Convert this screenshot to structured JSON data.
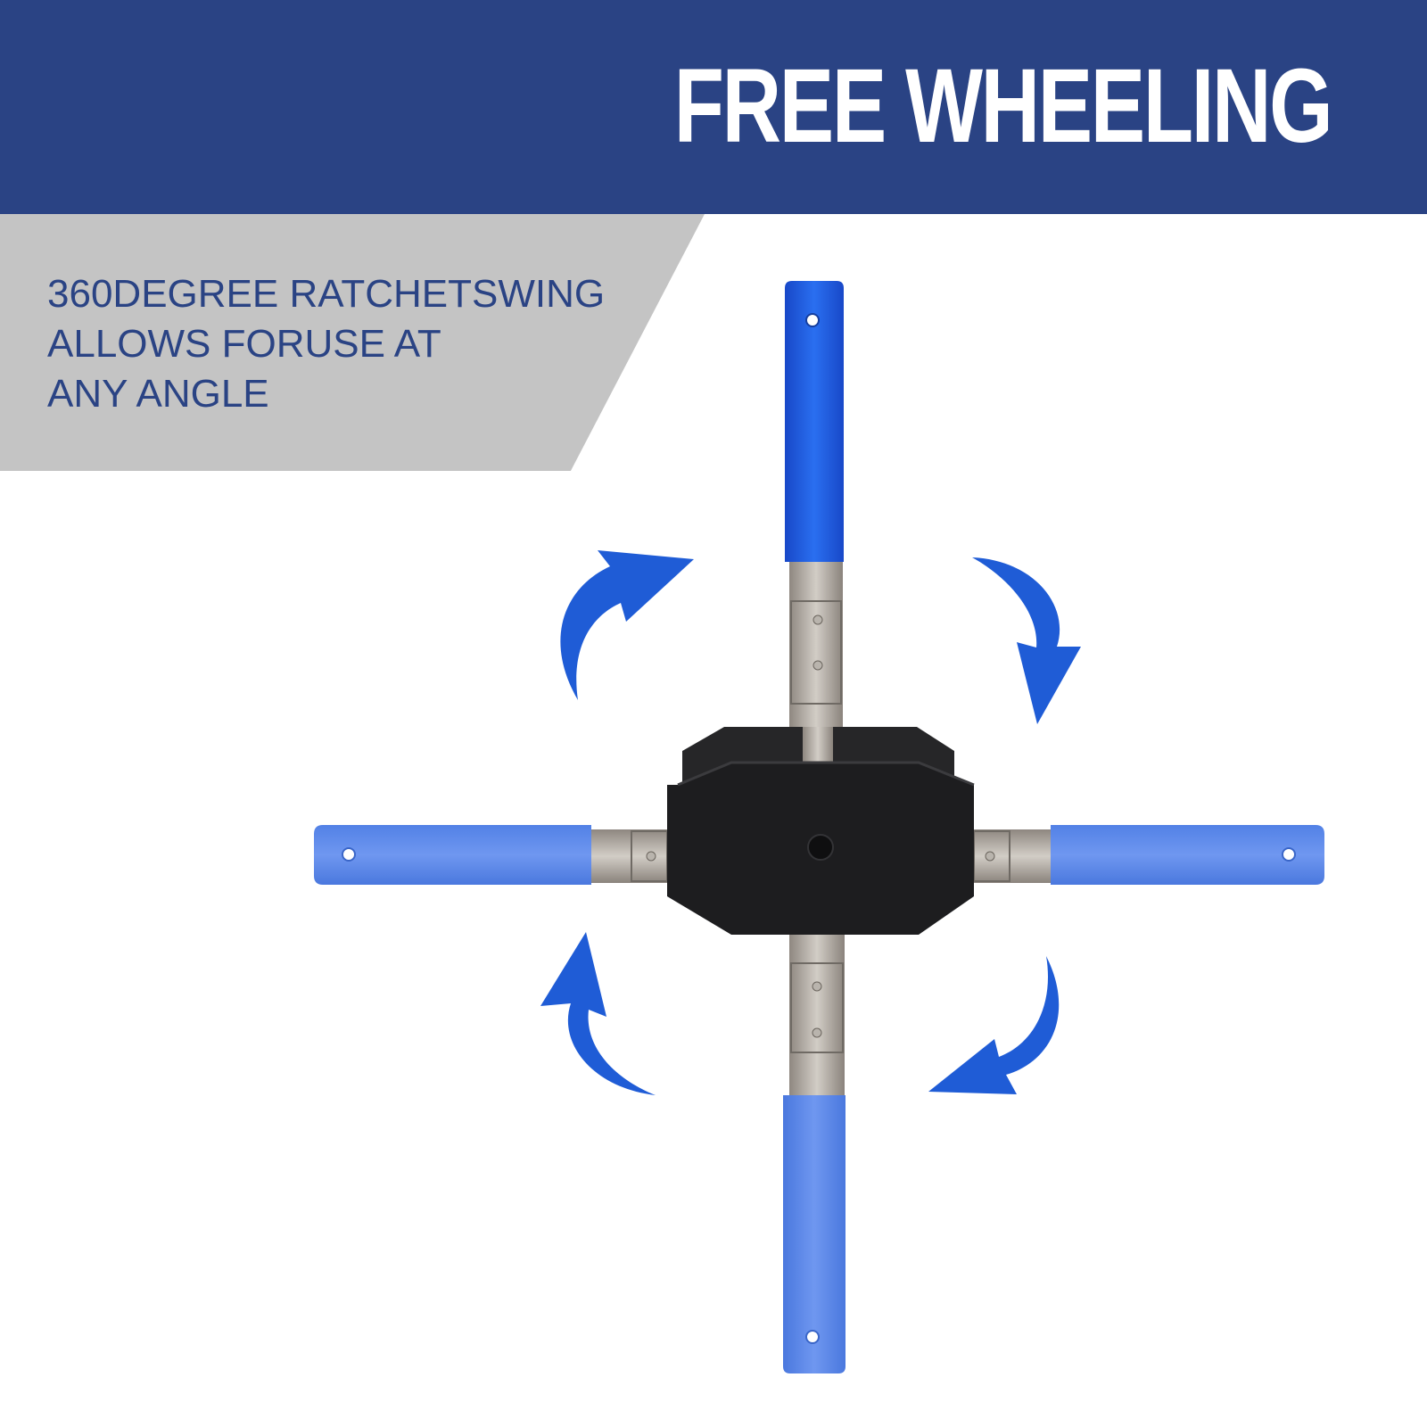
{
  "banner": {
    "title": "FREE WHEELING",
    "background_color": "#2a4384",
    "text_color": "#ffffff"
  },
  "caption": {
    "lines": [
      "360DEGREE RATCHETSWING",
      "ALLOWS FORUSE AT",
      "ANY ANGLE"
    ],
    "panel_color": "#c4c4c4",
    "text_color": "#2a4384"
  },
  "product": {
    "icon": "four-handle-ratchet-tool",
    "handle_color": "#1f5fd9",
    "body_color": "#1d1d1f",
    "arrow_color": "#1f5cd6",
    "arrows": [
      "rotate-arrow-top-left",
      "rotate-arrow-top-right",
      "rotate-arrow-bottom-left",
      "rotate-arrow-bottom-right"
    ]
  }
}
